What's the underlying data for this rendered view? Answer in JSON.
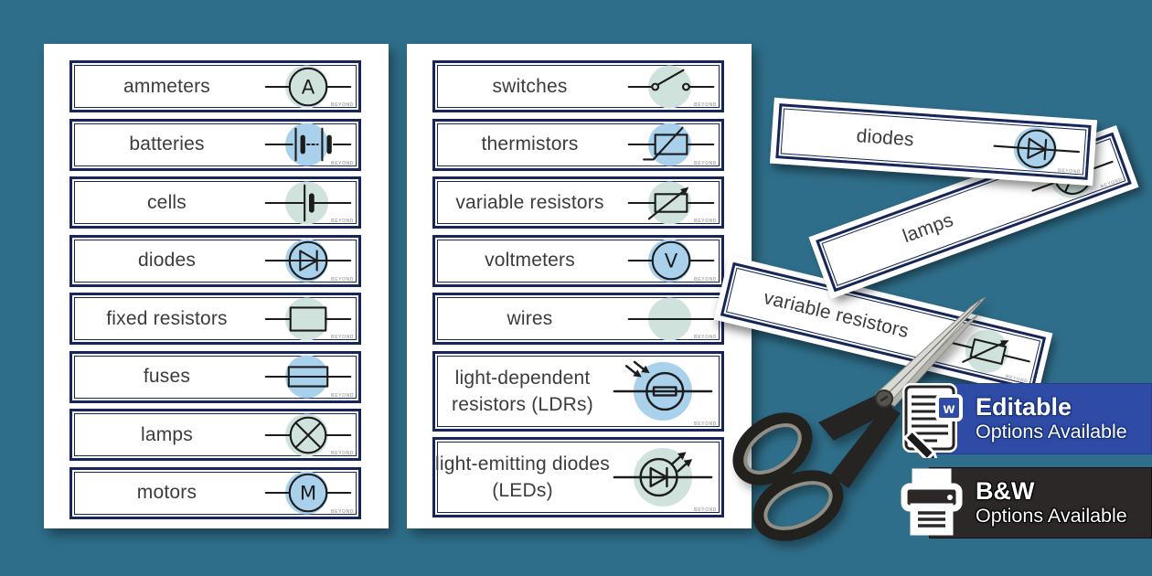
{
  "background_color": "#2f6e8a",
  "brand_watermark": "BEYOND",
  "colors": {
    "card_border_navy": "#17265a",
    "icon_bg_green": "#cfe3dc",
    "icon_bg_blue": "#aad1ec",
    "symbol_stroke": "#1c1c1c",
    "label_text": "#3c3c3c"
  },
  "sheets": [
    {
      "name": "left",
      "cards": [
        {
          "label": "ammeters",
          "icon": "ammeter-symbol",
          "icon_letter": "A",
          "icon_bg": "green"
        },
        {
          "label": "batteries",
          "icon": "battery-symbol",
          "icon_bg": "blue"
        },
        {
          "label": "cells",
          "icon": "cell-symbol",
          "icon_bg": "green"
        },
        {
          "label": "diodes",
          "icon": "diode-symbol",
          "icon_bg": "blue"
        },
        {
          "label": "fixed resistors",
          "icon": "fixed-resistor-symbol",
          "icon_bg": "green"
        },
        {
          "label": "fuses",
          "icon": "fuse-symbol",
          "icon_bg": "blue"
        },
        {
          "label": "lamps",
          "icon": "lamp-symbol",
          "icon_bg": "green"
        },
        {
          "label": "motors",
          "icon": "motor-symbol",
          "icon_letter": "M",
          "icon_bg": "blue"
        }
      ]
    },
    {
      "name": "right",
      "cards": [
        {
          "label": "switches",
          "icon": "switch-symbol",
          "icon_bg": "green"
        },
        {
          "label": "thermistors",
          "icon": "thermistor-symbol",
          "icon_bg": "blue"
        },
        {
          "label": "variable resistors",
          "icon": "variable-resistor-symbol",
          "icon_bg": "green"
        },
        {
          "label": "voltmeters",
          "icon": "voltmeter-symbol",
          "icon_letter": "V",
          "icon_bg": "blue"
        },
        {
          "label": "wires",
          "icon": "wire-symbol",
          "icon_bg": "green"
        },
        {
          "label": "light-dependent resistors (LDRs)",
          "icon": "ldr-symbol",
          "icon_bg": "blue",
          "tall": true
        },
        {
          "label": "light-emitting diodes (LEDs)",
          "icon": "led-symbol",
          "icon_bg": "green",
          "tall": true
        }
      ]
    }
  ],
  "cutout_cards": [
    {
      "label": "diodes",
      "icon": "diode-symbol",
      "icon_bg": "blue",
      "slug": "diodes"
    },
    {
      "label": "lamps",
      "icon": "lamp-symbol",
      "icon_bg": "green",
      "slug": "lamps"
    },
    {
      "label": "variable resistors",
      "icon": "variable-resistor-symbol",
      "icon_bg": "green",
      "slug": "variable-resistors"
    }
  ],
  "badges": {
    "editable": {
      "title": "Editable",
      "subtitle": "Options Available",
      "bg_color": "#2e4ba6",
      "icon": "word-document-pencil-icon"
    },
    "bw": {
      "title": "B&W",
      "subtitle": "Options Available",
      "bg_color": "#2c2828",
      "icon": "printer-icon"
    }
  }
}
